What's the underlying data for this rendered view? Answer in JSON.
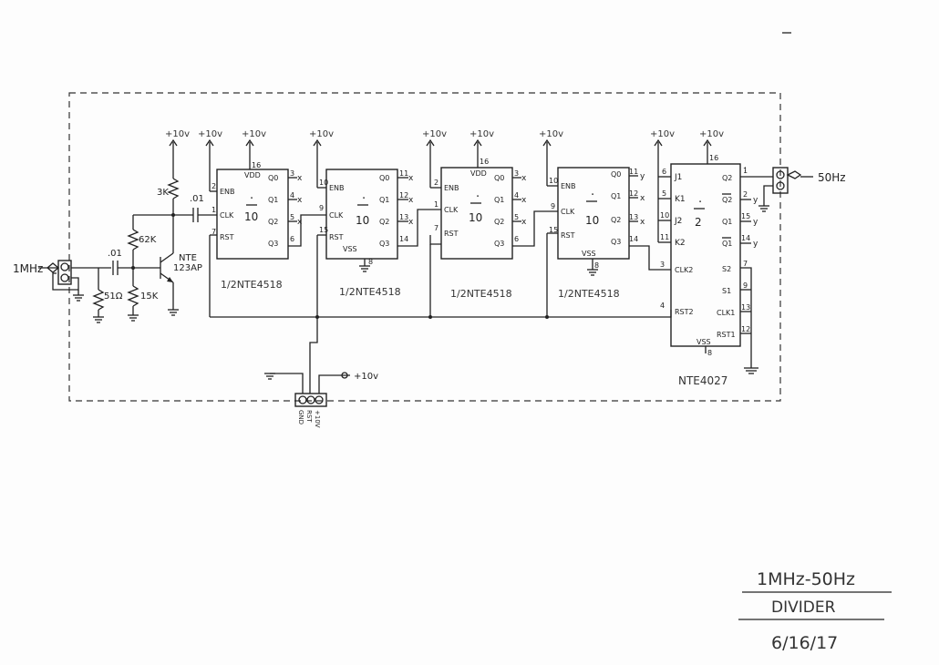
{
  "title": {
    "line1": "1MHz-50Hz",
    "line2": "DIVIDER",
    "date": "6/16/17"
  },
  "io": {
    "input_label": "1MHz",
    "output_label": "50Hz"
  },
  "supply": {
    "plus10": "+10v",
    "vdd": "VDD",
    "vss": "VSS",
    "ext_supply": "+10v"
  },
  "components": {
    "c_in": ".01",
    "c_couple": ".01",
    "r_in": "51Ω",
    "r_bias": "62K",
    "r_emit": "15K",
    "r_coll": "3K",
    "transistor_line1": "NTE",
    "transistor_line2": "123AP"
  },
  "chips": [
    {
      "label": "1/2NTE4518",
      "div": "10",
      "pins": [
        "ENB",
        "CLK",
        "RST",
        "Q0",
        "Q1",
        "Q2",
        "Q3"
      ],
      "nums": [
        "2",
        "1",
        "7",
        "16",
        "3",
        "4",
        "5",
        "6"
      ]
    },
    {
      "label": "1/2NTE4518",
      "div": "10",
      "pins": [
        "ENB",
        "CLK",
        "RST",
        "Q0",
        "Q1",
        "Q2",
        "Q3"
      ],
      "nums": [
        "10",
        "9",
        "15",
        "8",
        "11",
        "12",
        "13",
        "14"
      ]
    },
    {
      "label": "1/2NTE4518",
      "div": "10",
      "pins": [
        "ENB",
        "CLK",
        "RST",
        "Q0",
        "Q1",
        "Q2",
        "Q3"
      ],
      "nums": [
        "2",
        "1",
        "7",
        "16",
        "3",
        "4",
        "5",
        "6"
      ]
    },
    {
      "label": "1/2NTE4518",
      "div": "10",
      "pins": [
        "ENB",
        "CLK",
        "RST",
        "Q0",
        "Q1",
        "Q2",
        "Q3"
      ],
      "nums": [
        "10",
        "9",
        "15",
        "8",
        "11",
        "12",
        "13",
        "14"
      ]
    }
  ],
  "ff": {
    "label": "NTE4027",
    "div": "2",
    "left_pins": [
      "J1",
      "K1",
      "J2",
      "K2",
      "CLK2",
      "RST2"
    ],
    "left_nums": [
      "6",
      "5",
      "10",
      "11",
      "3",
      "4"
    ],
    "right_pins": [
      "Q2",
      "Q2",
      "Q1",
      "Q1",
      "S2",
      "S1",
      "CLK1",
      "RST1"
    ],
    "right_nums": [
      "1",
      "2",
      "15",
      "14",
      "7",
      "9",
      "13",
      "12"
    ],
    "top_num": "16",
    "vss_num": "8"
  },
  "connector": {
    "pins": [
      "GND",
      "RST",
      "+10V"
    ]
  },
  "nc_mark": "x",
  "y_mark": "y"
}
